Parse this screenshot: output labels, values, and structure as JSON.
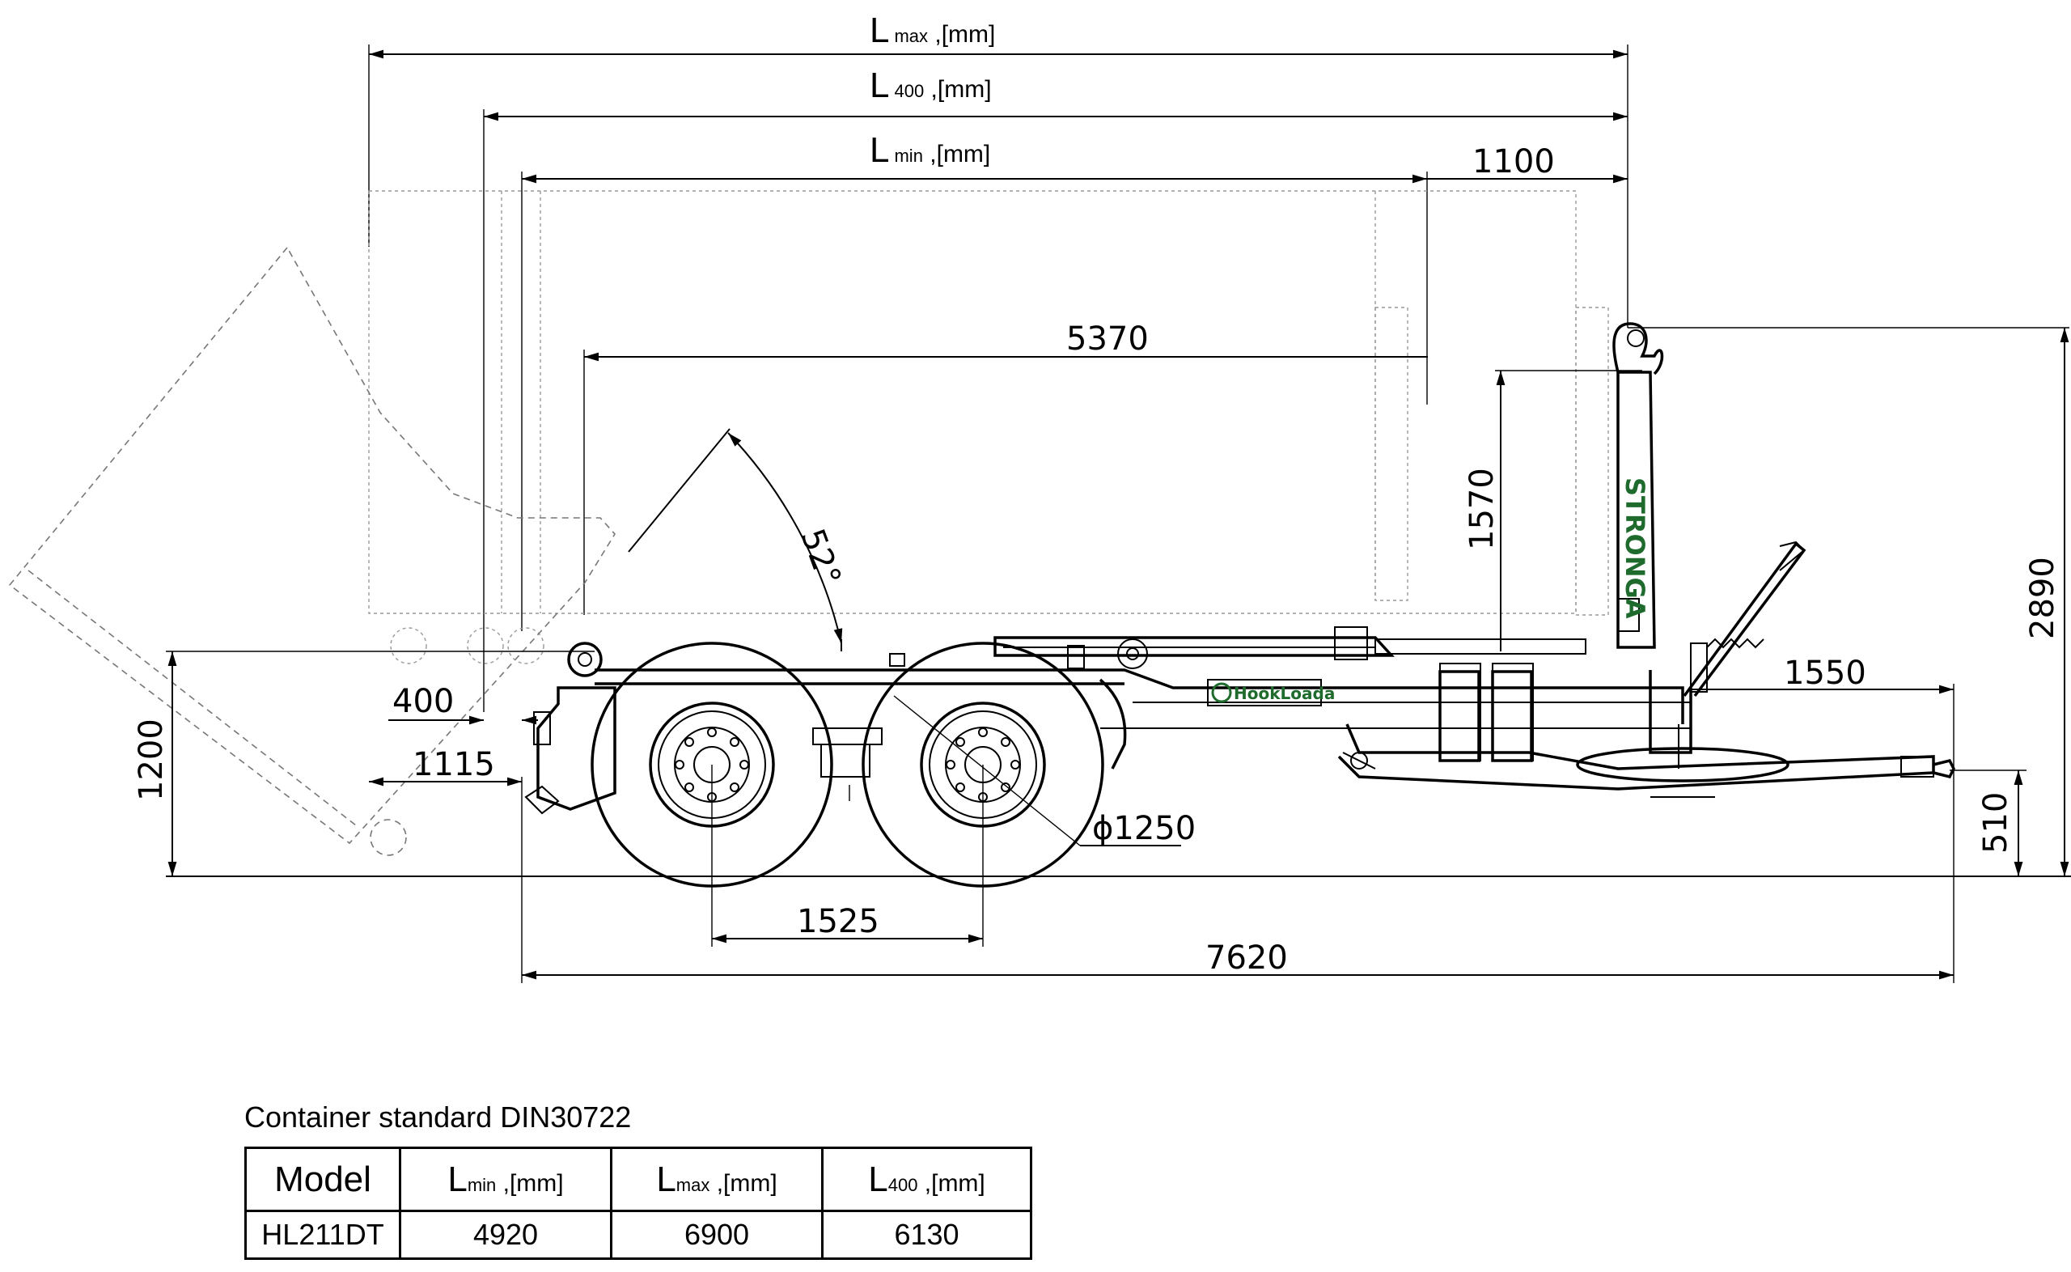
{
  "dimensions": {
    "l_max": {
      "symbol": "L",
      "sub": "max",
      "unit": " ,[mm]"
    },
    "l_400": {
      "symbol": "L",
      "sub": "400",
      "unit": " ,[mm]"
    },
    "l_min": {
      "symbol": "L",
      "sub": "min",
      "unit": " ,[mm]"
    },
    "d1100": "1100",
    "d5370": "5370",
    "angle": "52°",
    "d1570": "1570",
    "d2890": "2890",
    "d1550": "1550",
    "d400": "400",
    "d1115": "1115",
    "d1200": "1200",
    "d1250": "ϕ1250",
    "d510": "510",
    "d1525": "1525",
    "d7620": "7620"
  },
  "branding": {
    "mast_text": "STRONGA",
    "plate_text": "HookLoada"
  },
  "colors": {
    "brand_green": "#1e6b2d"
  },
  "table": {
    "caption": "Container standard DIN30722",
    "headers": [
      {
        "main": "Model",
        "sub": "",
        "unit": ""
      },
      {
        "main": "L",
        "sub": "min",
        "unit": " ,[mm]"
      },
      {
        "main": "L",
        "sub": "max",
        "unit": " ,[mm]"
      },
      {
        "main": "L",
        "sub": "400",
        "unit": " ,[mm]"
      }
    ],
    "rows": [
      {
        "model": "HL211DT",
        "l_min": "4920",
        "l_max": "6900",
        "l_400": "6130"
      }
    ]
  }
}
